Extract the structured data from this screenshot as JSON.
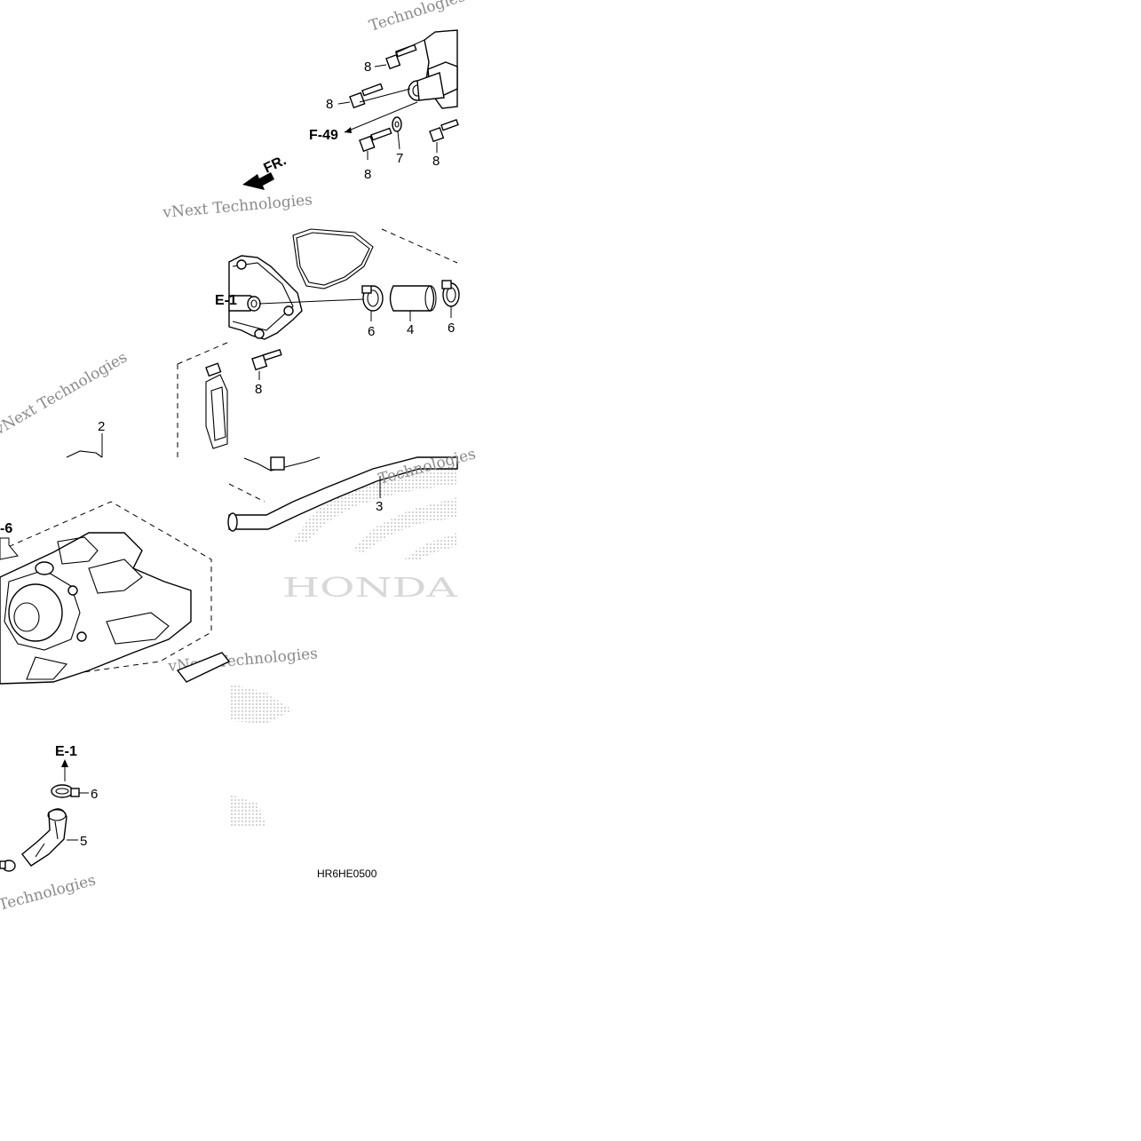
{
  "diagram": {
    "code": "HR6HE0500",
    "brand_watermark": "HONDA",
    "watermark_texts": [
      "vNext Technologies",
      "vNext Technologies",
      "Technologies",
      "Technologies",
      "vNext Technologies",
      "Technologies"
    ],
    "direction_label": "FR.",
    "references": [
      "F-49",
      "E-1",
      "E-1",
      "-6"
    ],
    "callouts": {
      "c8a": "8",
      "c8b": "8",
      "c8c": "8",
      "c7": "7",
      "c8d": "8",
      "c6a": "6",
      "c4": "4",
      "c6b": "6",
      "c8e": "8",
      "c2": "2",
      "c3": "3",
      "c6c": "6",
      "c5": "5"
    }
  }
}
